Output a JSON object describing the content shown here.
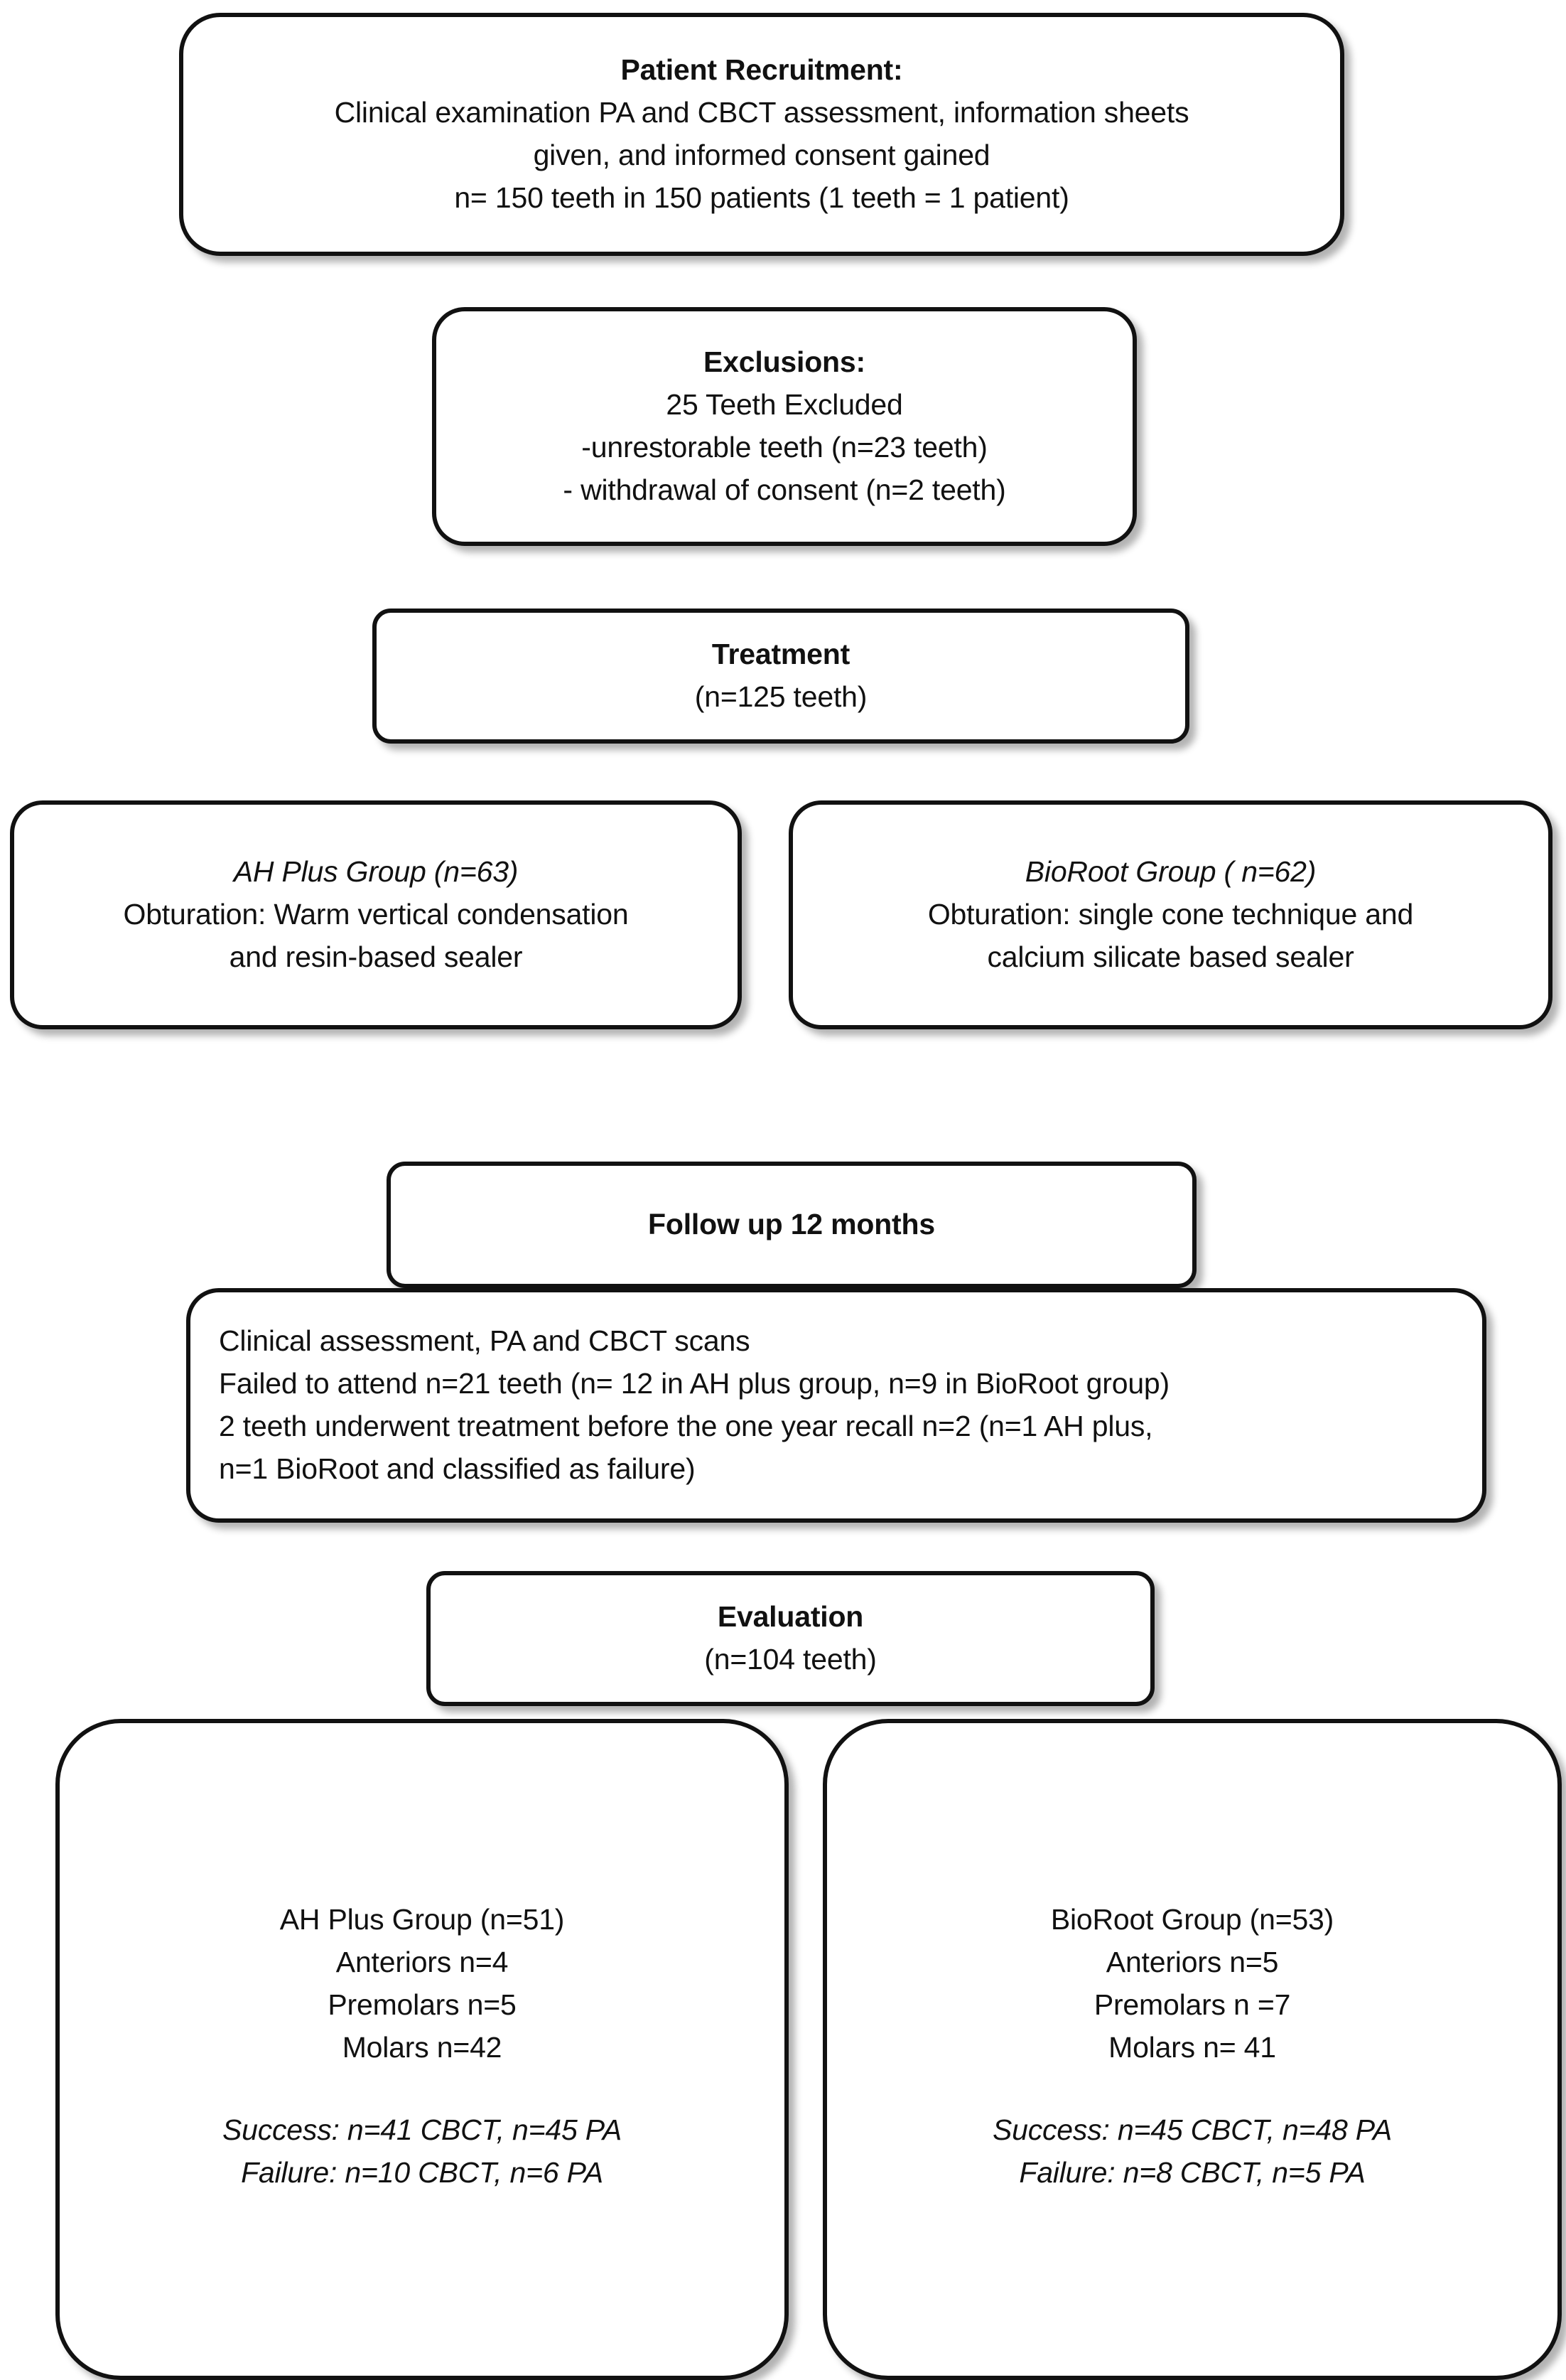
{
  "chart_data": {
    "type": "diagram",
    "title": "CONSORT-style patient flow diagram for root canal sealer trial",
    "nodes": [
      {
        "id": "recruitment",
        "lines": [
          {
            "text": "Patient Recruitment:",
            "bold": true,
            "italic": false
          },
          {
            "text": "Clinical examination PA and CBCT assessment, information sheets",
            "bold": false,
            "italic": false
          },
          {
            "text": "given, and informed consent gained",
            "bold": false,
            "italic": false
          },
          {
            "text": "n= 150 teeth in 150 patients (1 teeth = 1 patient)",
            "bold": false,
            "italic": false
          }
        ]
      },
      {
        "id": "exclusions",
        "lines": [
          {
            "text": "Exclusions:",
            "bold": true,
            "italic": false
          },
          {
            "text": "25 Teeth Excluded",
            "bold": false,
            "italic": false
          },
          {
            "text": "-unrestorable teeth (n=23 teeth)",
            "bold": false,
            "italic": false
          },
          {
            "text": "- withdrawal of consent (n=2 teeth)",
            "bold": false,
            "italic": false
          }
        ]
      },
      {
        "id": "treatment",
        "lines": [
          {
            "text": "Treatment",
            "bold": true,
            "italic": false
          },
          {
            "text": "(n=125 teeth)",
            "bold": false,
            "italic": false
          }
        ]
      },
      {
        "id": "ahplus_arm",
        "lines": [
          {
            "text": "AH Plus Group (n=63)",
            "bold": false,
            "italic": true
          },
          {
            "text": "Obturation: Warm vertical condensation",
            "bold": false,
            "italic": false
          },
          {
            "text": "and resin-based sealer",
            "bold": false,
            "italic": false
          }
        ]
      },
      {
        "id": "bioroot_arm",
        "lines": [
          {
            "text": "BioRoot Group ( n=62)",
            "bold": false,
            "italic": true
          },
          {
            "text": "Obturation: single cone technique and",
            "bold": false,
            "italic": false
          },
          {
            "text": "calcium silicate based sealer",
            "bold": false,
            "italic": false
          }
        ]
      },
      {
        "id": "followup",
        "lines": [
          {
            "text": "Follow up 12 months",
            "bold": true,
            "italic": false
          }
        ]
      },
      {
        "id": "assessment",
        "lines": [
          {
            "text": "Clinical assessment, PA and CBCT scans",
            "bold": false,
            "italic": false
          },
          {
            "text": "Failed to attend n=21 teeth (n= 12 in AH plus group, n=9 in BioRoot group)",
            "bold": false,
            "italic": false
          },
          {
            "text": "2 teeth underwent treatment before the one year recall n=2 (n=1 AH plus,",
            "bold": false,
            "italic": false
          },
          {
            "text": "n=1 BioRoot and classified as failure)",
            "bold": false,
            "italic": false
          }
        ]
      },
      {
        "id": "evaluation",
        "lines": [
          {
            "text": "Evaluation",
            "bold": true,
            "italic": false
          },
          {
            "text": "(n=104 teeth)",
            "bold": false,
            "italic": false
          }
        ]
      },
      {
        "id": "ahplus_result",
        "lines": [
          {
            "text": "AH Plus Group (n=51)",
            "bold": false,
            "italic": false
          },
          {
            "text": "Anteriors n=4",
            "bold": false,
            "italic": false
          },
          {
            "text": "Premolars n=5",
            "bold": false,
            "italic": false
          },
          {
            "text": "Molars n=42",
            "bold": false,
            "italic": false
          },
          {
            "text": "",
            "bold": false,
            "italic": false
          },
          {
            "text": "Success: n=41 CBCT, n=45 PA",
            "bold": false,
            "italic": true
          },
          {
            "text": "Failure: n=10 CBCT, n=6 PA",
            "bold": false,
            "italic": true
          }
        ]
      },
      {
        "id": "bioroot_result",
        "lines": [
          {
            "text": "BioRoot Group (n=53)",
            "bold": false,
            "italic": false
          },
          {
            "text": "Anteriors n=5",
            "bold": false,
            "italic": false
          },
          {
            "text": "Premolars n =7",
            "bold": false,
            "italic": false
          },
          {
            "text": "Molars n= 41",
            "bold": false,
            "italic": false
          },
          {
            "text": "",
            "bold": false,
            "italic": false
          },
          {
            "text": "Success: n=45 CBCT, n=48 PA",
            "bold": false,
            "italic": true
          },
          {
            "text": "Failure: n=8 CBCT, n=5 PA",
            "bold": false,
            "italic": true
          }
        ]
      }
    ],
    "counts": {
      "recruited_teeth": 150,
      "recruited_patients": 150,
      "excluded_teeth": 25,
      "excluded_unrestorable": 23,
      "excluded_withdrawal": 2,
      "treated_teeth": 125,
      "ahplus_allocated": 63,
      "bioroot_allocated": 62,
      "followup_months": 12,
      "failed_to_attend_total": 21,
      "failed_to_attend_ahplus": 12,
      "failed_to_attend_bioroot": 9,
      "retreated_before_recall": 2,
      "retreated_ahplus": 1,
      "retreated_bioroot": 1,
      "evaluated_teeth": 104,
      "ahplus_evaluated": 51,
      "ahplus_anteriors": 4,
      "ahplus_premolars": 5,
      "ahplus_molars": 42,
      "ahplus_success_cbct": 41,
      "ahplus_success_pa": 45,
      "ahplus_failure_cbct": 10,
      "ahplus_failure_pa": 6,
      "bioroot_evaluated": 53,
      "bioroot_anteriors": 5,
      "bioroot_premolars": 7,
      "bioroot_molars": 41,
      "bioroot_success_cbct": 45,
      "bioroot_success_pa": 48,
      "bioroot_failure_cbct": 8,
      "bioroot_failure_pa": 5
    },
    "colors": {
      "box_border": "#111111",
      "box_fill": "#ffffff",
      "text": "#111111",
      "background": "#ffffff"
    }
  }
}
